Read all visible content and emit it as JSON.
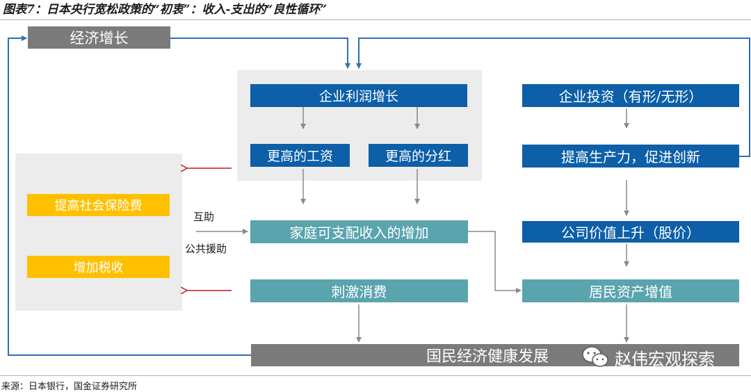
{
  "title": "图表7：日本央行宽松政策的“初衷”：收入-支出的“良性循环”",
  "source": "来源：日本银行，国金证券研究所",
  "colors": {
    "blue": "#0d5fa8",
    "teal": "#5aa4ad",
    "yellow": "#ffc000",
    "grey": "#7b7b7b",
    "panel": "#ececec",
    "loop_line": "#2e6fb5",
    "red_arrow": "#c0191e"
  },
  "nodes": {
    "economic_growth": "经济增长",
    "profit_growth": "企业利润增长",
    "higher_wages": "更高的工资",
    "higher_dividends": "更高的分红",
    "corporate_investment": "企业投资（有形/无形）",
    "productivity": "提高生产力，促进创新",
    "social_insurance": "提高社会保险费",
    "tax_increase": "增加税收",
    "household_income": "家庭可支配收入的增加",
    "stimulate_consumption": "刺激消费",
    "company_value": "公司价值上升（股价）",
    "household_assets": "居民资产增值",
    "national_economy": "国民经济健康发展"
  },
  "labels": {
    "mutual_aid": "互助",
    "public_aid": "公共援助"
  },
  "watermark": {
    "icon": "wechat-icon",
    "text": "赵伟宏观探索"
  }
}
